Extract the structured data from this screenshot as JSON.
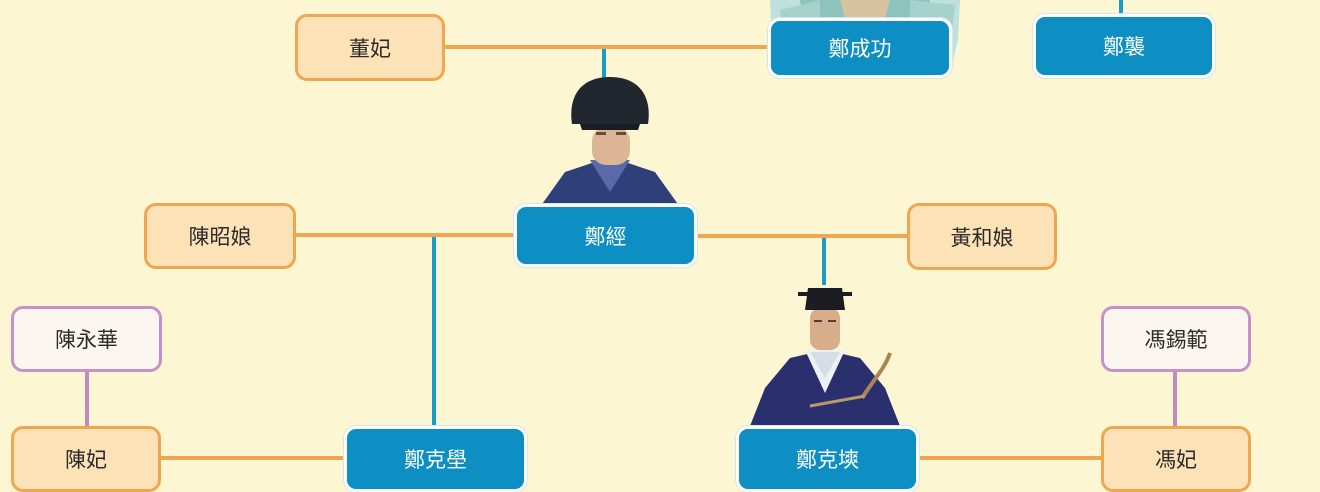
{
  "colors": {
    "background": "#fdf6d3",
    "male_fill": "#0e8fc4",
    "spouse_fill": "#fde2b8",
    "spouse_border": "#f0a650",
    "inlaw_border": "#c691c9",
    "descent_line": "#1b9cc6",
    "marriage_line": "#f0a650",
    "inlaw_line": "#c08ac4"
  },
  "people": {
    "dong_fei": "董妃",
    "zheng_chenggong": "鄭成功",
    "zheng_xi": "鄭襲",
    "zheng_jing": "鄭經",
    "chen_zhaoniang": "陳昭娘",
    "huang_heniang": "黃和娘",
    "chen_yonghua": "陳永華",
    "feng_xifan": "馮錫範",
    "chen_fei": "陳妃",
    "zheng_kezang": "鄭克壆",
    "zheng_keshuang": "鄭克塽",
    "feng_fei": "馮妃"
  },
  "portraits": [
    "zheng-chenggong-portrait",
    "zheng-jing-portrait",
    "zheng-keshuang-portrait"
  ]
}
